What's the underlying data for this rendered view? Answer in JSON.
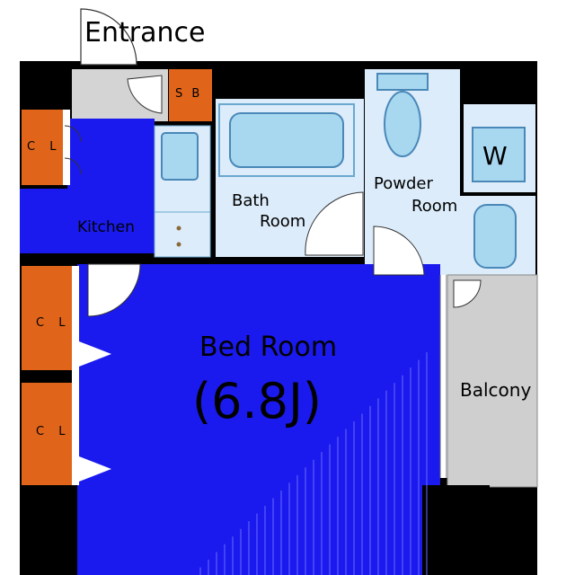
{
  "labels": {
    "entrance": "Entrance",
    "sb": "S B",
    "closet": "C L",
    "kitchen": "Kitchen",
    "bath_line1": "Bath",
    "bath_line2": "Room",
    "powder_line1": "Powder",
    "powder_line2": "Room",
    "washer": "W",
    "bedroom_name": "Bed Room",
    "bedroom_size": "(6.8J)",
    "balcony": "Balcony"
  },
  "colors": {
    "wall": "#000000",
    "room_blue": "#1a1aee",
    "closet_orange": "#e0651a",
    "wet_area": "#dcecfa",
    "fixture": "#a8d8f0",
    "entrance_floor": "#d4d4d4",
    "balcony_floor": "#cfcfcf",
    "background": "#ffffff"
  }
}
